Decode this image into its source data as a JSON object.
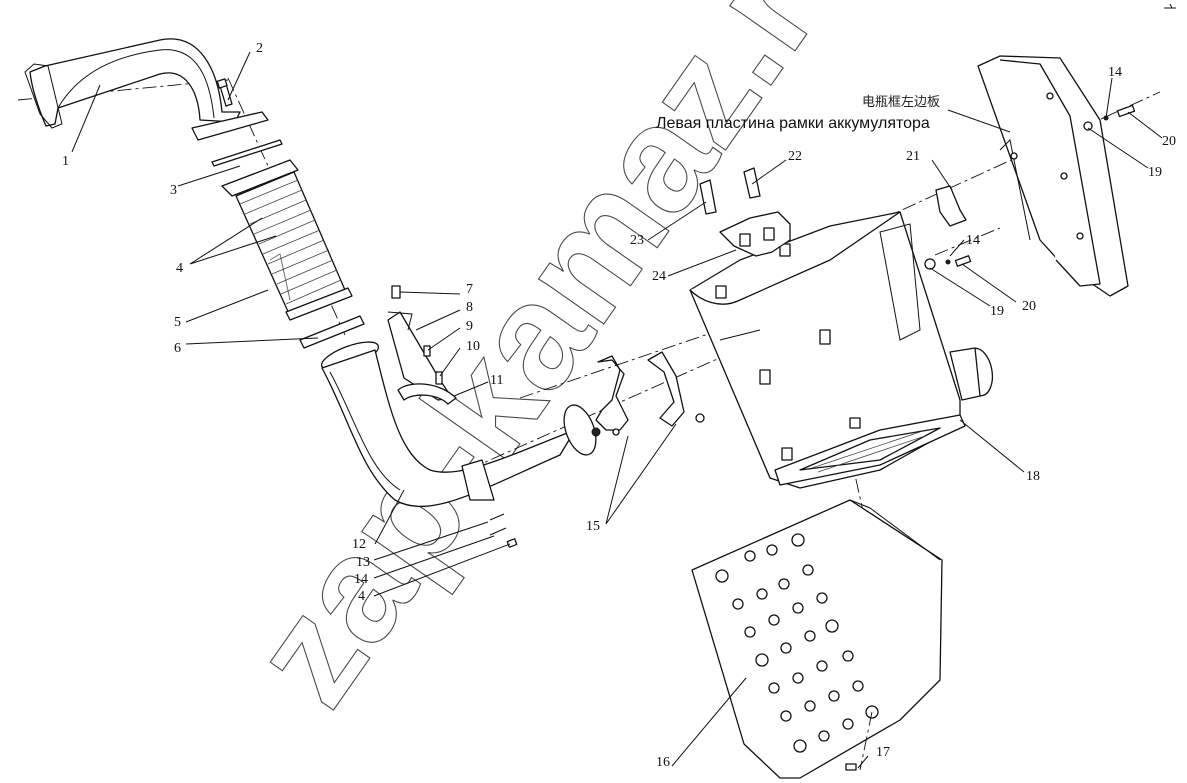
{
  "diagram": {
    "note_chinese": "电瓶框左边板",
    "note_russian": "Левая пластина рамки аккумулятора",
    "watermark": "zap-kamaz.ru",
    "callouts": [
      {
        "id": "c1",
        "text": "1"
      },
      {
        "id": "c2",
        "text": "2"
      },
      {
        "id": "c3",
        "text": "3"
      },
      {
        "id": "c4a",
        "text": "4"
      },
      {
        "id": "c5",
        "text": "5"
      },
      {
        "id": "c6",
        "text": "6"
      },
      {
        "id": "c7",
        "text": "7"
      },
      {
        "id": "c8",
        "text": "8"
      },
      {
        "id": "c9",
        "text": "9"
      },
      {
        "id": "c10",
        "text": "10"
      },
      {
        "id": "c11",
        "text": "11"
      },
      {
        "id": "c12",
        "text": "12"
      },
      {
        "id": "c13",
        "text": "13"
      },
      {
        "id": "c14a",
        "text": "14"
      },
      {
        "id": "c4b",
        "text": "4"
      },
      {
        "id": "c15",
        "text": "15"
      },
      {
        "id": "c16",
        "text": "16"
      },
      {
        "id": "c17",
        "text": "17"
      },
      {
        "id": "c18",
        "text": "18"
      },
      {
        "id": "c19a",
        "text": "19"
      },
      {
        "id": "c20a",
        "text": "20"
      },
      {
        "id": "c14b",
        "text": "14"
      },
      {
        "id": "c19b",
        "text": "19"
      },
      {
        "id": "c20b",
        "text": "20"
      },
      {
        "id": "c14c",
        "text": "14"
      },
      {
        "id": "c21",
        "text": "21"
      },
      {
        "id": "c22",
        "text": "22"
      },
      {
        "id": "c23",
        "text": "23"
      },
      {
        "id": "c24",
        "text": "24"
      }
    ]
  }
}
